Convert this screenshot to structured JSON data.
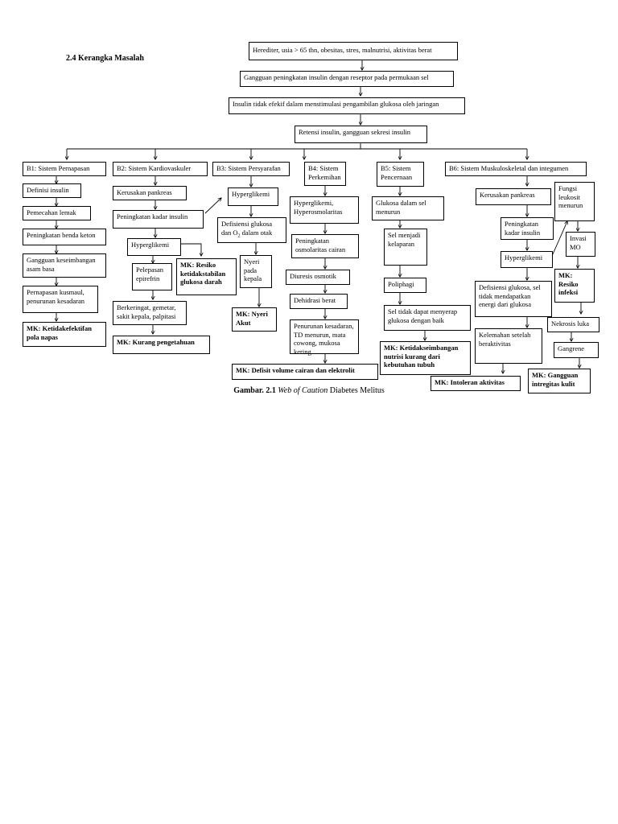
{
  "heading": "2.4   Kerangka Masalah",
  "caption": {
    "prefix": "Gambar. 2.1",
    "italic": "Web of Caution",
    "suffix": "Diabetes Melitus"
  },
  "top": {
    "t1": "Herediter, usia > 65 thn, obesitas, stres, malnutrisi, aktivitas berat",
    "t2": "Gangguan peningkatan insulin dengan reseptor pada permukaan sel",
    "t3": "Insulin tidak efekif dalam menstimulasi pengambilan glukosa oleh jaringan",
    "t4": "Retensi insulin, gangguan sekresi insulin"
  },
  "b1": {
    "head": "B1: Sistem Pernapasan",
    "s1": "Definisi insulin",
    "s2": "Pemecahan  lemak",
    "s3": "Peningkatan benda keton",
    "s4": "Gangguan keseimbangan asam basa",
    "s5": "Pernapasan kusmaul, penurunan kesadaran",
    "mk": "MK: Ketidakefektifan pola napas"
  },
  "b2": {
    "head": "B2: Sistem Kardiovaskuler",
    "s1": "Kerusakan pankreas",
    "s2": "Peningkatan kadar insulin",
    "s3": "Hyperglikemi",
    "s4": "Pelepasan epirefrin",
    "mk1": "MK: Resiko ketidakstabilan glukosa darah",
    "s5": "Berkeringat, gemetar, sakit kepala, palpitasi",
    "mk2": "MK: Kurang pengetahuan"
  },
  "b3": {
    "head": "B3: Sistem Persyarafan",
    "s1": "Hyperglikemi",
    "s2a": "Defisiensi glukosa dan O",
    "s2sub": "2",
    "s2b": " dalam otak",
    "s3": "Nyeri pada kepala",
    "mk": "MK: Nyeri Akut"
  },
  "b4": {
    "head": "B4: Sistem Perkemihan",
    "s1": "Hyperglikemi, Hyperosmolaritas",
    "s2": "Peningkatan osmolaritas cairan",
    "s3": "Diuresis osmotik",
    "s4": "Dehidrasi berat",
    "s5": "Penurunan kesadaran, TD menurun, mata cowong, mukosa kering",
    "mk": "MK: Defisit volume cairan dan elektrolit"
  },
  "b5": {
    "head": "B5: Sistem Pencernaan",
    "s1": "Glukosa dalam sel menurun",
    "s2": "Sel menjadi kelaparan",
    "s3": "Poliphagi",
    "s4": "Sel tidak dapat menyerap glukosa dengan baik",
    "mk": "MK: Ketidakseimbangan nutrisi kurang dari kebutuhan tubuh"
  },
  "b6": {
    "head": "B6: Sistem Muskuloskeletal dan integumen",
    "s1": "Kerusakan pankreas",
    "s2": "Peningkatan kadar insulin",
    "s3": "Hyperglikemi",
    "s4": "Defisiensi glukosa, sel tidak mendapatkan energi dari glukosa",
    "s5": "Kelemahan setelah beraktivitas",
    "mk1": "MK: Intoleran aktivitas",
    "r1": "Fungsi leukosit menurun",
    "r2": "Invasi MO",
    "mk2": "MK: Resiko infeksi",
    "r3": "Nekrosis luka",
    "r4": "Gangrene",
    "mk3": "MK: Gangguan intregitas kulit"
  }
}
